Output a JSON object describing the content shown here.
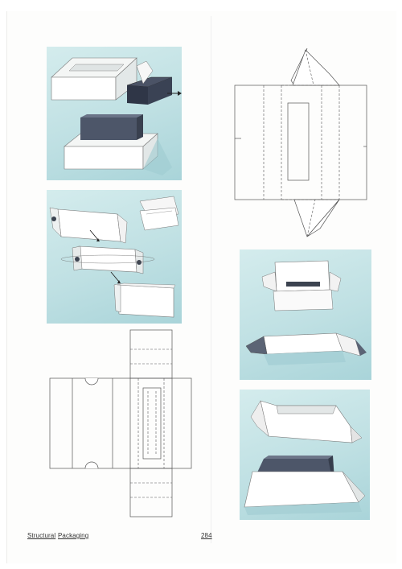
{
  "footer": {
    "section_word_1": "Structural",
    "section_word_2": "Packaging",
    "page_number": "284"
  }
}
